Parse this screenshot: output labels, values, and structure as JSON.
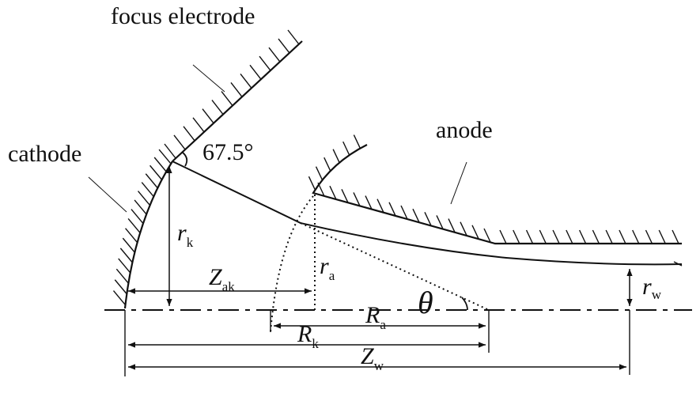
{
  "labels": {
    "focus_electrode": "focus electrode",
    "cathode": "cathode",
    "anode": "anode",
    "angle": "67.5°",
    "theta": "θ"
  },
  "dimensions": {
    "r_k": {
      "sym": "r",
      "sub": "k"
    },
    "r_a": {
      "sym": "r",
      "sub": "a"
    },
    "r_w": {
      "sym": "r",
      "sub": "w"
    },
    "Z_ak": {
      "sym": "Z",
      "sub": "ak"
    },
    "R_a": {
      "sym": "R",
      "sub": "a"
    },
    "R_k": {
      "sym": "R",
      "sub": "k"
    },
    "Z_w": {
      "sym": "Z",
      "sub": "w"
    }
  },
  "colors": {
    "ink": "#111111",
    "background": "#ffffff"
  }
}
